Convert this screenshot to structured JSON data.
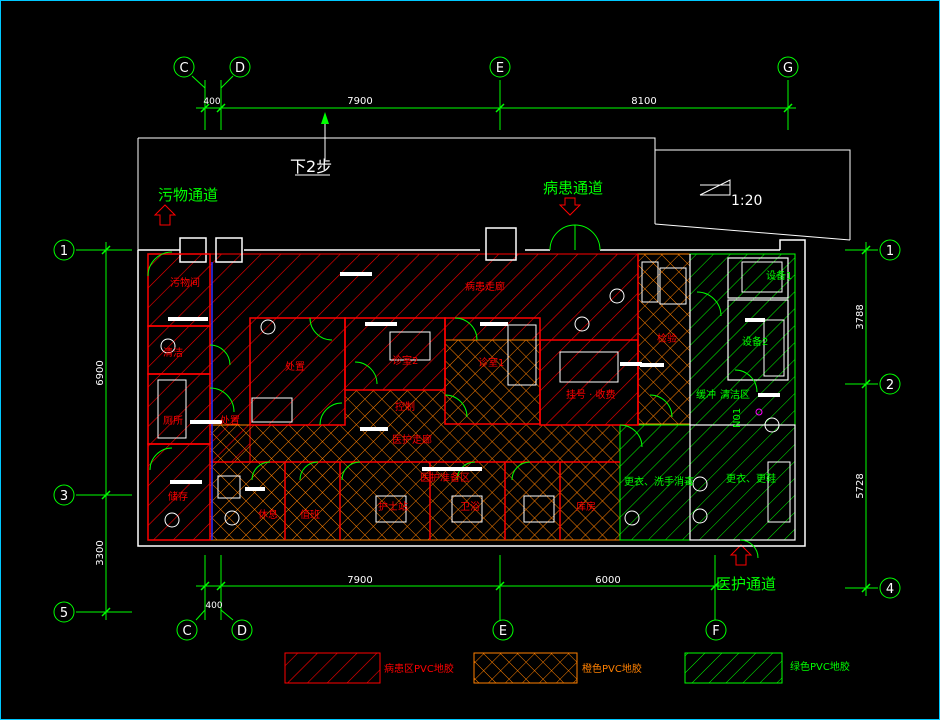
{
  "colors": {
    "background": "#000000",
    "wall": "#ffffff",
    "grid": "#00ff00",
    "red": "#ff0000",
    "orange": "#ff8000",
    "green": "#00ff00",
    "blue": "#3030ff",
    "magenta": "#ff00ff",
    "frame": "#00c8ff"
  },
  "axes": {
    "top": {
      "C": "C",
      "D": "D",
      "E": "E",
      "G": "G"
    },
    "bottom": {
      "C": "C",
      "D": "D",
      "E": "E",
      "F": "F"
    },
    "left": {
      "r1": "1",
      "r3": "3",
      "r5": "5"
    },
    "right": {
      "r1": "1",
      "r2": "2",
      "r4": "4"
    }
  },
  "dimensions": {
    "top": {
      "d1": "400",
      "d2": "7900",
      "d3": "8100"
    },
    "bottom": {
      "d1": "400",
      "d2": "7900",
      "d3": "6000"
    },
    "left": {
      "d1": "6900",
      "d2": "3300"
    },
    "right": {
      "d1": "3788",
      "d2": "5728"
    }
  },
  "labels": {
    "steps": "下2步",
    "ramp": "1:20",
    "dirty_passage": "污物通道",
    "patient_passage": "病患通道",
    "staff_passage": "医护通道",
    "patient_corridor": "病患走廊",
    "staff_corridor": "医护走廊",
    "room_dirty": "污物间",
    "room_clean": "清洁",
    "room_treat_left": "处置",
    "room_toilet": "厕所",
    "room_store": "储存",
    "room_a": "处置",
    "room_consult2": "诊室2",
    "room_consult1": "诊室1",
    "room_control": "控制",
    "room_reception": "挂号 · 收费",
    "room_lab": "检验",
    "room_prep": "医护准备区",
    "room_nurse": "护士站",
    "room_rest": "休息",
    "room_on_duty": "值班",
    "room_toilet2": "卫浴",
    "room_eq1": "设备1",
    "room_eq2": "设备2",
    "room_buffer": "缓冲",
    "room_store2": "库房",
    "room_wash": "更衣、洗手消毒",
    "room_change": "更衣、更鞋",
    "room_n01": "N01",
    "room_clean_area": "清洁区"
  },
  "legend": {
    "red_label": "病患区PVC地胶",
    "orange_label": "橙色PVC地胶",
    "green_label": "绿色PVC地胶"
  }
}
